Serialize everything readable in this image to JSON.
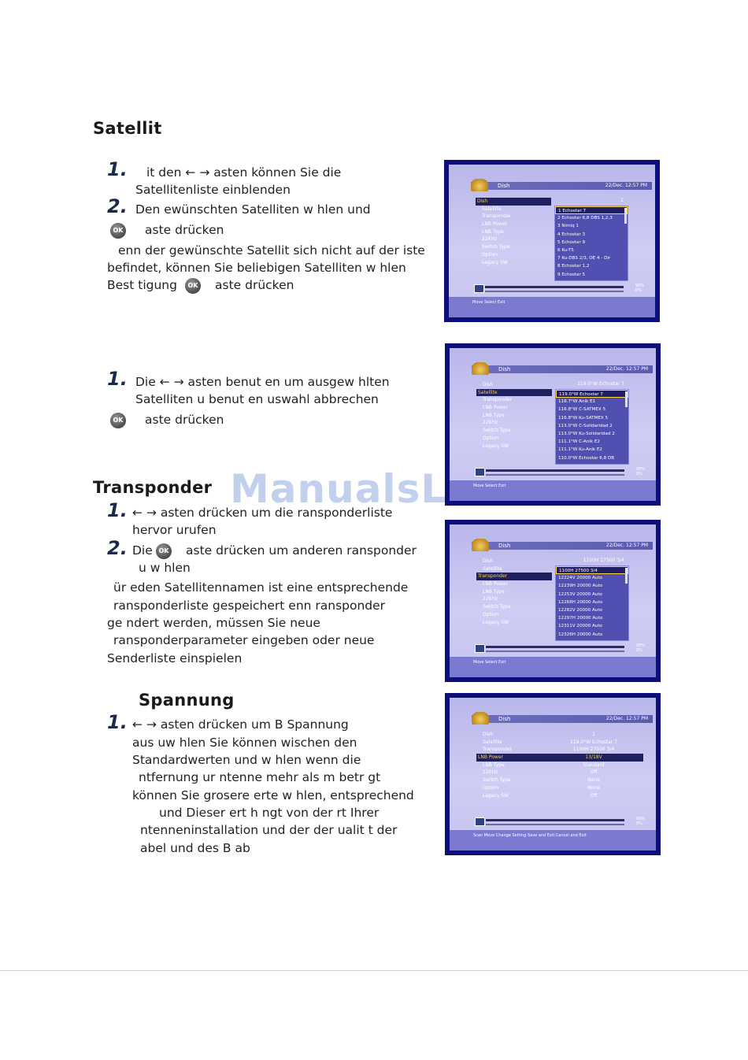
{
  "watermark": "ManualsLib.de",
  "sections": {
    "satellit": {
      "heading": "Satellit",
      "step1_num": "1.",
      "step1_line1": "it den ←   →   asten können Sie die",
      "step1_line2": "Satellitenliste einblenden",
      "step2_num": "2.",
      "step2_line1": "Den   ewünschten Satelliten w  hlen und",
      "step2_line2": "aste drücken",
      "note_line1": "enn der gewünschte Satellit sich nicht auf der   iste",
      "note_line2": "befindet, können Sie beliebigen Satelliten w  hlen",
      "note_line3a": "Best  tigung",
      "note_line3b": "aste drücken",
      "sub_step1_num": "1.",
      "sub_step1_line1": "Die ←   →   asten benut  en um ausgew  hlten",
      "sub_step1_line2": "Satelliten   u benut  en    uswahl abbrechen",
      "sub_step1_line3": "aste drücken"
    },
    "transponder": {
      "heading": "Transponder",
      "step1_num": "1.",
      "step1_line1": "←    →    asten drücken um die   ransponderliste",
      "step1_line2": "hervor  urufen",
      "step2_num": "2.",
      "step2_line1a": "Die",
      "step2_line1b": "aste drücken um anderen   ransponder",
      "step2_line2": "u w  hlen",
      "note_line1": "ür  eden Satellitennamen ist eine entsprechende",
      "note_line2": "ransponderliste gespeichert     enn   ransponder",
      "note_line3": "ge  ndert werden, müssen Sie neue",
      "note_line4": "ransponderparameter eingeben oder neue",
      "note_line5": "Senderliste einspielen"
    },
    "spannung": {
      "heading": "Spannung",
      "step1_num": "1.",
      "line1": "←    →    asten drücken um      B Spannung",
      "line2": "aus  uw  hlen  Sie können   wischen den",
      "line3": "Standardwerten        und        w  hlen  wenn die",
      "line4": "ntfernung   ur   ntenne mehr als     m betr  gt",
      "line5": "können Sie grosere    erte w  hlen, entsprechend",
      "line6": "und         Dieser    ert h  ngt von der   rt Ihrer",
      "line7": "ntenneninstallation und der der    ualit  t der",
      "line8": "abel und des     B ab"
    }
  },
  "ok_label": "OK",
  "screens": [
    {
      "title": "Dish",
      "date": "22/Dec. 12:57 PM",
      "menu": [
        "Dish",
        "Satellite",
        "Transponder",
        "LNB Power",
        "LNB Type",
        "22KHz",
        "Switch Type",
        "Option",
        "Legacy SW"
      ],
      "selected_menu": 0,
      "list_head": "1",
      "list": [
        "1 Echostar  7",
        "2 Echostar 6,8 DBS 1,2,3",
        "3 Nimiq 1",
        "4 Echostar 3",
        "5 Echostar 9",
        "6 Ku-T5",
        "7 Ku-DBS 2/3, OE 4 - Dir",
        "8 Echostar 1,2",
        "9 Echostar 5"
      ],
      "signal": [
        "99%",
        "0%"
      ],
      "footer": "Move  Select  Exit"
    },
    {
      "title": "Dish",
      "date": "22/Dec. 12:57 PM",
      "menu": [
        "Dish",
        "Satellite",
        "Transponder",
        "LNB Power",
        "LNB Type",
        "22KHz",
        "Switch Type",
        "Option",
        "Legacy SW"
      ],
      "selected_menu": 1,
      "list_head": "119.0°W Echostar  7",
      "list": [
        "119.0°W Echostar  7",
        "118.7°W Anik E1",
        "116.8°W C-SATMEX 5",
        "116.8°W Ku-SATMEX 5",
        "113.0°W C-Solidaridad 2",
        "113.0°W Ku-Solidaridad 2",
        "111.1°W C-Anik E2",
        "111.1°W Ku-Anik E2",
        "110.0°W Echostar 6,8 DB"
      ],
      "signal": [
        "99%",
        "0%"
      ],
      "footer": "Move  Select  Exit"
    },
    {
      "title": "Dish",
      "date": "22/Dec. 12:57 PM",
      "menu": [
        "Dish",
        "Satellite",
        "Transponder",
        "LNB Power",
        "LNB Type",
        "22KHz",
        "Switch Type",
        "Option",
        "Legacy SW"
      ],
      "selected_menu": 2,
      "list_head": "1100H 27500 3/4",
      "list": [
        "1100H 27500 3/4",
        "12224V 20000 Auto",
        "12239H 20000 Auto",
        "12253V 20000 Auto",
        "12268H 20000 Auto",
        "12282V 20000 Auto",
        "12297H 20000 Auto",
        "12311V 20000 Auto",
        "12326H 20000 Auto"
      ],
      "signal": [
        "99%",
        "0%"
      ],
      "footer": "Move  Select  Exit"
    },
    {
      "title": "Dish",
      "date": "22/Dec. 12:57 PM",
      "menu": [
        "Dish",
        "Satellite",
        "Transponder",
        "LNB Power",
        "LNB Type",
        "22KHz",
        "Switch Type",
        "Option",
        "Legacy SW"
      ],
      "selected_menu": 3,
      "values": [
        "1",
        "119.0°W Echostar  7",
        "1100H 27500 3/4",
        "13/18V",
        "Standard",
        "Off",
        "None",
        "None",
        "Off"
      ],
      "signal": [
        "99%",
        "0%"
      ],
      "footer": "Scan  Move  Change Setting  Save and Exit  Cancel and Exit"
    }
  ]
}
